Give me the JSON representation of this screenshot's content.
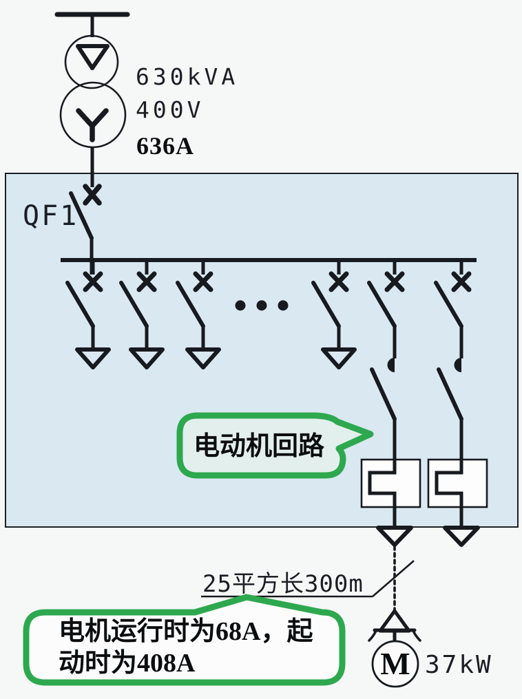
{
  "diagram_type": "low-voltage distribution single-line diagram",
  "colors": {
    "outer_background": "#f6f7f7",
    "panel_background": "#d9e8f1",
    "line_color": "#171a1f",
    "callout_green": "#2ea84f",
    "callout1_fill": "#e3efec",
    "callout2_fill": "#fcfcfd"
  },
  "supply": {
    "transformer_capacity": "630kVA",
    "transformer_voltage": "400V",
    "transformer_current": "636A",
    "primary_winding": "delta",
    "secondary_winding": "wye"
  },
  "main_breaker": {
    "label": "QF1"
  },
  "motor_circuit_callout": {
    "text": "电动机回路"
  },
  "cable": {
    "label": "25平方长300m"
  },
  "current_callout": {
    "line1": "电机运行时为68A，起",
    "line2": "动时为408A"
  },
  "motor": {
    "symbol": "M",
    "power": "37kW"
  }
}
